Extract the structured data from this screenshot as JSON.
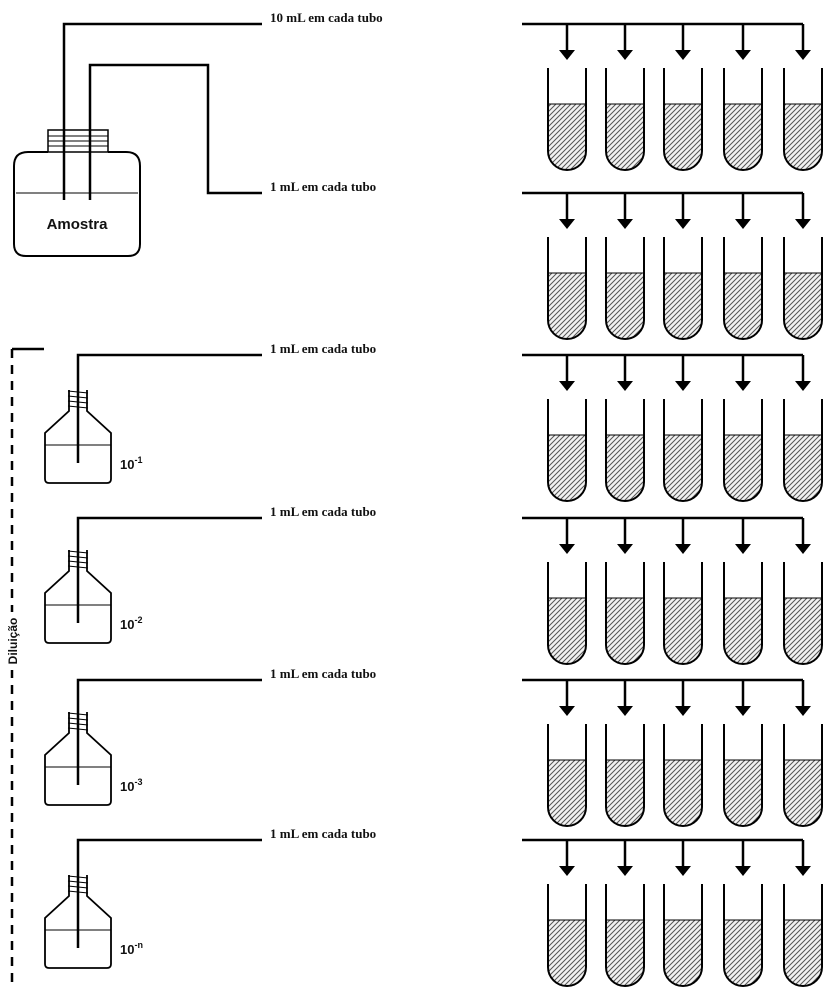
{
  "sample_label": "Amostra",
  "dilution_axis_label": "Diluição",
  "flasks": [
    {
      "base": "10",
      "exponent": "-1"
    },
    {
      "base": "10",
      "exponent": "-2"
    },
    {
      "base": "10",
      "exponent": "-3"
    },
    {
      "base": "10",
      "exponent": "-n"
    }
  ],
  "rows": [
    {
      "label": "10 mL em cada tubo",
      "tube_count": 5
    },
    {
      "label": "1 mL em cada tubo",
      "tube_count": 5
    },
    {
      "label": "1 mL em cada tubo",
      "tube_count": 5
    },
    {
      "label": "1 mL em cada tubo",
      "tube_count": 5
    },
    {
      "label": "1 mL em cada tubo",
      "tube_count": 5
    },
    {
      "label": "1 mL em cada tubo",
      "tube_count": 5
    }
  ]
}
